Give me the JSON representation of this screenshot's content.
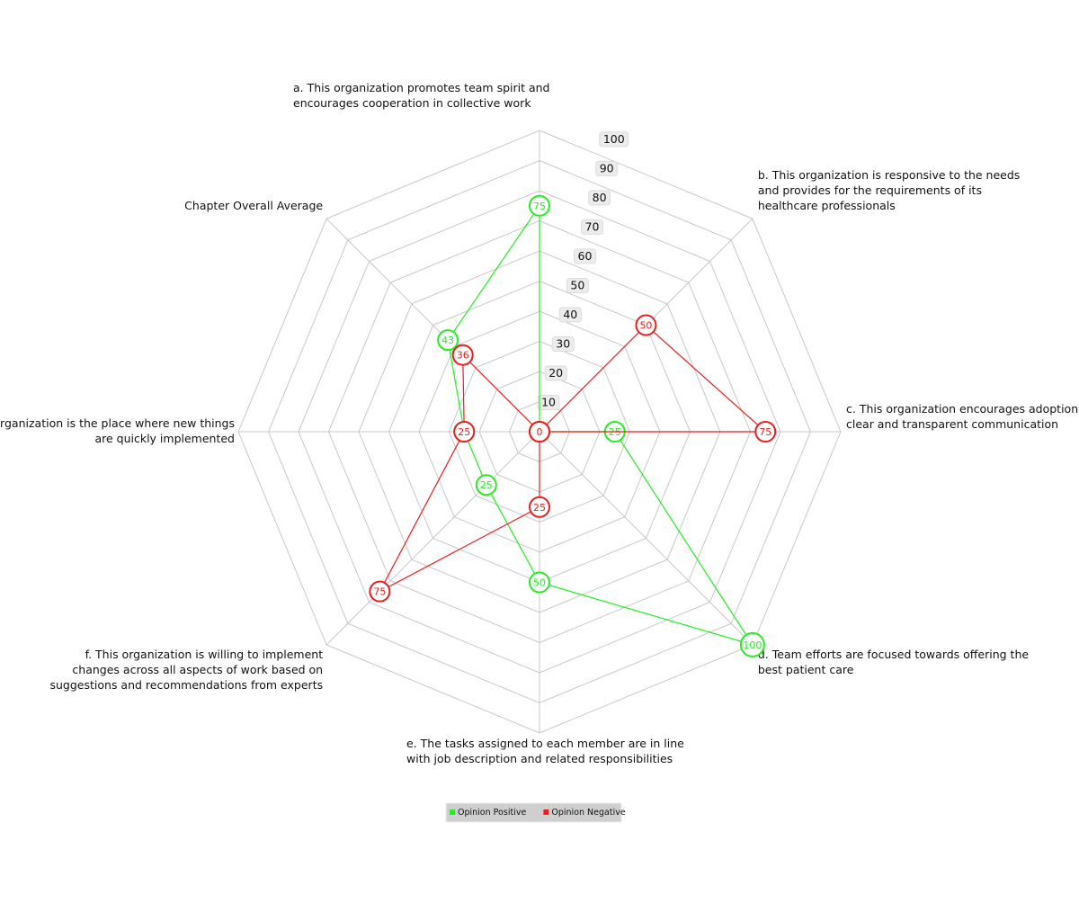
{
  "chart_data": {
    "type": "radar",
    "title": "",
    "axes": [
      {
        "lines": [
          "a. This organization promotes team spirit and",
          "encourages cooperation in collective work"
        ]
      },
      {
        "lines": [
          "b. This organization is responsive to the needs",
          "and provides for the requirements of its",
          "healthcare professionals"
        ]
      },
      {
        "lines": [
          "c. This organization encourages adoption of",
          "clear and transparent communication"
        ]
      },
      {
        "lines": [
          "d. Team efforts are focused towards offering the",
          "best patient care"
        ]
      },
      {
        "lines": [
          "e. The tasks assigned to each member are in line",
          "with job description and related responsibilities"
        ]
      },
      {
        "lines": [
          "f. This organization is willing to implement",
          "changes across all aspects of work based on",
          "suggestions and recommendations from experts"
        ]
      },
      {
        "lines": [
          "g. This organization is the place where new things",
          "are quickly implemented"
        ]
      },
      {
        "lines": [
          "Chapter Overall Average"
        ]
      }
    ],
    "range": [
      0,
      100
    ],
    "ticks": [
      "10",
      "20",
      "30",
      "40",
      "50",
      "60",
      "70",
      "80",
      "90",
      "100"
    ],
    "series": [
      {
        "name": "Opinion Positive",
        "color": "#22ee22",
        "values": [
          75,
          0,
          25,
          100,
          50,
          25,
          25,
          43
        ]
      },
      {
        "name": "Opinion Negative",
        "color": "#ee1c1c",
        "values": [
          0,
          50,
          75,
          0,
          25,
          75,
          25,
          36
        ]
      }
    ],
    "legend_position": "bottom",
    "grid": true
  }
}
